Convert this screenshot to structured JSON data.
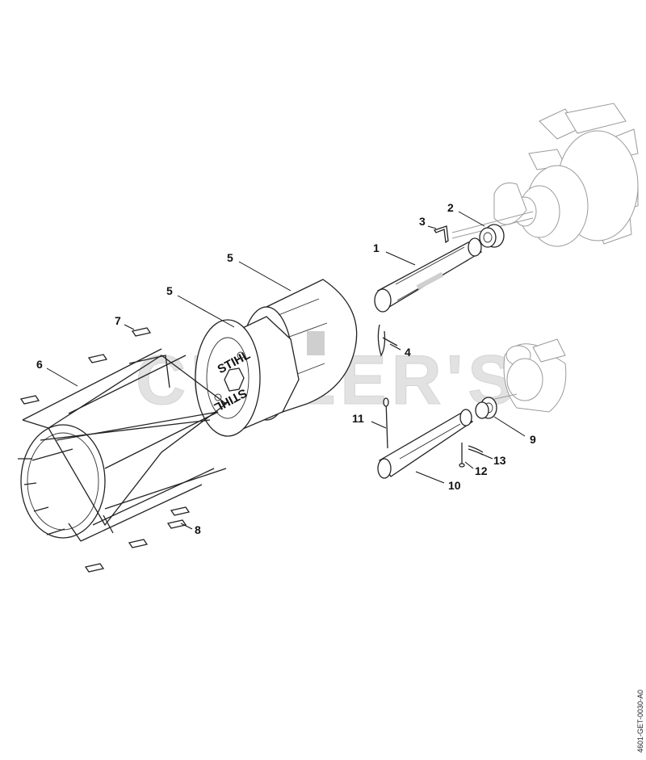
{
  "watermark": "CUTLER'S",
  "brand_marks": [
    "STIHL",
    "STIHL"
  ],
  "doc_ref": "4601-GET-0030-A0",
  "callouts": [
    {
      "id": "c1",
      "label": "1"
    },
    {
      "id": "c2",
      "label": "2"
    },
    {
      "id": "c3",
      "label": "3"
    },
    {
      "id": "c4",
      "label": "4"
    },
    {
      "id": "c5a",
      "label": "5"
    },
    {
      "id": "c5b",
      "label": "5"
    },
    {
      "id": "c6",
      "label": "6"
    },
    {
      "id": "c7",
      "label": "7"
    },
    {
      "id": "c8",
      "label": "8"
    },
    {
      "id": "c9",
      "label": "9"
    },
    {
      "id": "c10",
      "label": "10"
    },
    {
      "id": "c11",
      "label": "11"
    },
    {
      "id": "c12",
      "label": "12"
    },
    {
      "id": "c13",
      "label": "13"
    }
  ]
}
